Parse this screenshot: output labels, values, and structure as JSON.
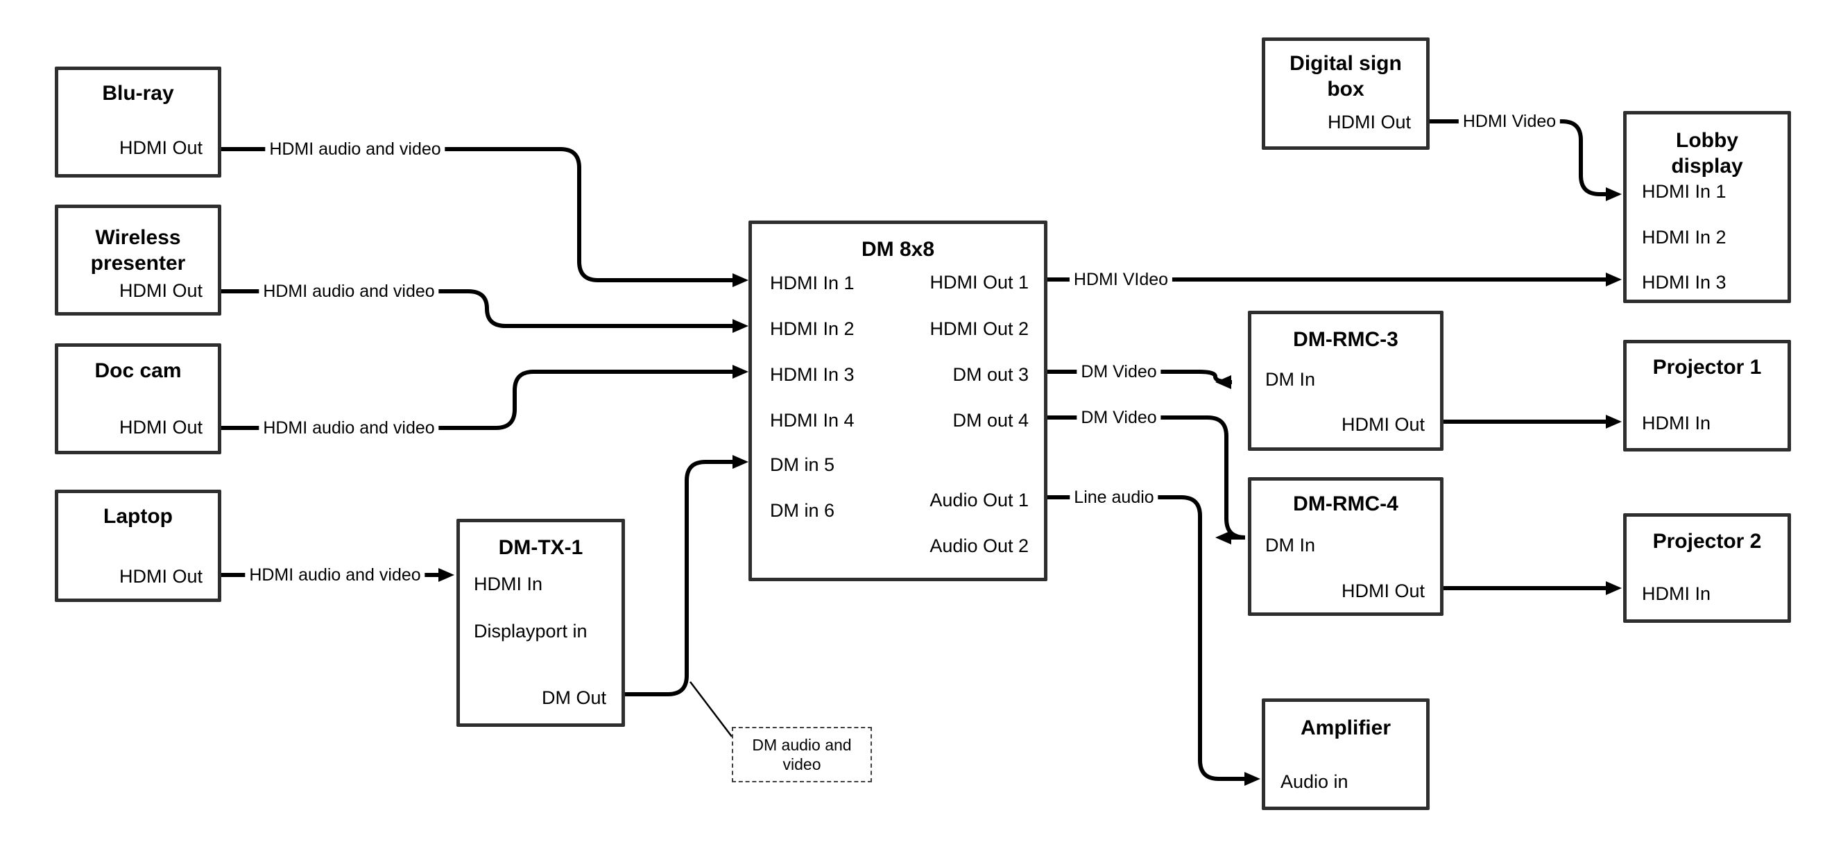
{
  "colors": {
    "wire": "#000000",
    "box_border": "#2e2e2e",
    "text": "#000000",
    "background": "#ffffff"
  },
  "nodes": {
    "bluray": {
      "title": "Blu-ray",
      "ports": {
        "out": "HDMI Out"
      }
    },
    "wireless": {
      "title": "Wireless presenter",
      "ports": {
        "out": "HDMI Out"
      }
    },
    "doccam": {
      "title": "Doc cam",
      "ports": {
        "out": "HDMI Out"
      }
    },
    "laptop": {
      "title": "Laptop",
      "ports": {
        "out": "HDMI Out"
      }
    },
    "dmtx1": {
      "title": "DM-TX-1",
      "ports": {
        "hdmi_in": "HDMI In",
        "dp_in": "Displayport in",
        "dm_out": "DM Out"
      }
    },
    "dm8x8": {
      "title": "DM 8x8",
      "ports": {
        "in1": "HDMI In 1",
        "in2": "HDMI In 2",
        "in3": "HDMI In 3",
        "in4": "HDMI In 4",
        "in5": "DM in 5",
        "in6": "DM in 6",
        "out1": "HDMI Out 1",
        "out2": "HDMI Out 2",
        "out3": "DM out 3",
        "out4": "DM out 4",
        "aout1": "Audio Out 1",
        "aout2": "Audio Out 2"
      }
    },
    "signbox": {
      "title": "Digital sign box",
      "ports": {
        "out": "HDMI Out"
      }
    },
    "lobby": {
      "title": "Lobby display",
      "ports": {
        "in1": "HDMI In 1",
        "in2": "HDMI In 2",
        "in3": "HDMI In 3"
      }
    },
    "rmc3": {
      "title": "DM-RMC-3",
      "ports": {
        "dm_in": "DM In",
        "hdmi_out": "HDMI Out"
      }
    },
    "rmc4": {
      "title": "DM-RMC-4",
      "ports": {
        "dm_in": "DM In",
        "hdmi_out": "HDMI Out"
      }
    },
    "proj1": {
      "title": "Projector 1",
      "ports": {
        "in": "HDMI In"
      }
    },
    "proj2": {
      "title": "Projector 2",
      "ports": {
        "in": "HDMI In"
      }
    },
    "amp": {
      "title": "Amplifier",
      "ports": {
        "in": "Audio in"
      }
    }
  },
  "edges": {
    "bluray_dm8x8": {
      "label": "HDMI audio and video"
    },
    "wireless_dm8x8": {
      "label": "HDMI audio and video"
    },
    "doccam_dm8x8": {
      "label": "HDMI audio and video"
    },
    "laptop_dmtx1": {
      "label": "HDMI audio and video"
    },
    "dm8x8_lobby": {
      "label": "HDMI VIdeo"
    },
    "dm8x8_rmc3": {
      "label": "DM Video"
    },
    "dm8x8_rmc4": {
      "label": "DM Video"
    },
    "dm8x8_amp": {
      "label": "Line audio"
    },
    "signbox_lobby": {
      "label": "HDMI Video"
    }
  },
  "callout": {
    "text": "DM audio and video"
  }
}
